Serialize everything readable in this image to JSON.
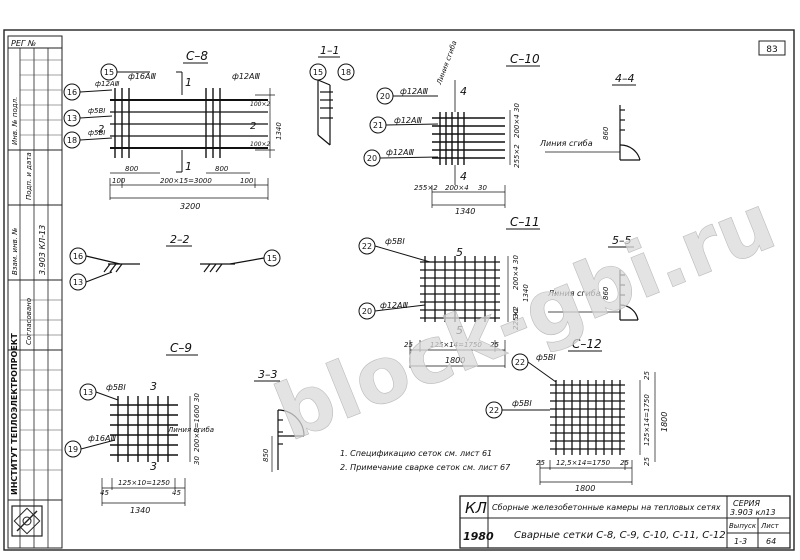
{
  "sheet_number": "83",
  "watermark": "block-gbi.ru",
  "stamp_top": "РЕГ №",
  "left_strip": {
    "rows": [
      "Инв. № подл.",
      "Подп. и дата",
      "Взам. инв. №",
      "Согласовано"
    ],
    "code": "3.903 КЛ-13",
    "org": "ИНСТИТУТ ТЕПЛОЭЛЕКТРОПРОЕКТ"
  },
  "drawings": {
    "c8": {
      "title": "С–8",
      "section_mark": "1",
      "callouts": [
        "15",
        "16",
        "13",
        "18"
      ],
      "rebar": [
        "ф16АⅢ",
        "ф12АⅢ",
        "ф12АⅢ",
        "ф5ВⅠ",
        "ф5ВⅠ"
      ],
      "dims": [
        "100",
        "200×15=3000",
        "100",
        "800",
        "800",
        "3200",
        "1340",
        "100×2",
        "100×2",
        "2",
        "2"
      ]
    },
    "s11": {
      "title": "1–1",
      "callouts": [
        "15",
        "18"
      ]
    },
    "c10": {
      "title": "С–10",
      "section_mark": "4",
      "callouts": [
        "20",
        "21",
        "20"
      ],
      "rebar": [
        "ф12АⅢ",
        "ф12АⅢ",
        "ф12АⅢ"
      ],
      "note": "Линия сгиба",
      "dims": [
        "1340",
        "255×2",
        "200×4",
        "30",
        "200×4",
        "30",
        "255×2"
      ]
    },
    "s44": {
      "title": "4–4",
      "dim": "860",
      "note": "Линия сгиба"
    },
    "s22": {
      "title": "2–2",
      "callouts": [
        "16",
        "13",
        "15"
      ]
    },
    "c11": {
      "title": "С–11",
      "section_mark": "5",
      "callouts": [
        "22",
        "20"
      ],
      "rebar": [
        "ф5ВⅠ",
        "ф12АⅢ"
      ],
      "dims": [
        "25",
        "125×14=1750",
        "25",
        "1800",
        "1340",
        "225×2",
        "200×4",
        "30",
        "30"
      ]
    },
    "s55": {
      "title": "5–5",
      "dim": "860",
      "note": "Линия сгиба"
    },
    "c9": {
      "title": "С–9",
      "section_mark": "3",
      "callouts": [
        "13",
        "19"
      ],
      "rebar": [
        "ф5ВⅠ",
        "ф16АⅢ"
      ],
      "note": "Линия сгиба",
      "dims": [
        "45",
        "125×10=1250",
        "45",
        "1340",
        "30",
        "200×8=1600",
        "30"
      ]
    },
    "s33": {
      "title": "3–3",
      "dim": "850"
    },
    "c12": {
      "title": "С–12",
      "callouts": [
        "22",
        "22"
      ],
      "rebar": [
        "ф5ВⅠ",
        "ф5ВⅠ"
      ],
      "dims": [
        "25",
        "12,5×14=1750",
        "25",
        "1800",
        "25",
        "125×14=1750",
        "25",
        "1800"
      ]
    }
  },
  "notes": [
    "1. Спецификацию сеток см. лист 61",
    "2. Примечание сварке сеток см. лист 67"
  ],
  "title_block": {
    "mark": "КЛ",
    "year": "1980",
    "project": "Сборные железобетонные камеры на тепловых сетях",
    "sheet_title": "Сварные сетки С-8, С-9, С-10, С-11, С-12",
    "series_label": "СЕРИЯ",
    "series_value": "3.903 кл13",
    "issue_label": "Выпуск",
    "issue_value": "1-3",
    "list_label": "Лист",
    "list_value": "64"
  }
}
